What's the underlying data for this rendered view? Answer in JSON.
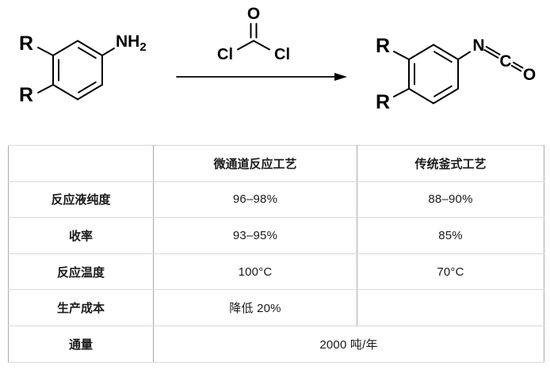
{
  "scheme": {
    "reactant": {
      "r_top": "R",
      "r_bottom": "R",
      "amine_main": "NH",
      "amine_sub": "2"
    },
    "reagent": {
      "o": "O",
      "cl_left": "Cl",
      "cl_right": "Cl"
    },
    "product": {
      "r_top": "R",
      "r_bottom": "R",
      "n": "N",
      "c": "C",
      "o": "O"
    }
  },
  "table": {
    "columns": [
      "",
      "微通道反应工艺",
      "传统釜式工艺"
    ],
    "rows": [
      {
        "label": "反应液纯度",
        "micro": "96–98%",
        "trad": "88–90%"
      },
      {
        "label": "收率",
        "micro": "93–95%",
        "trad": "85%"
      },
      {
        "label": "反应温度",
        "micro": "100°C",
        "trad": "70°C"
      },
      {
        "label": "生产成本",
        "micro": "降低 20%",
        "trad": ""
      },
      {
        "label": "通量",
        "merged": "2000 吨/年"
      }
    ]
  },
  "colors": {
    "text": "#1a1a1a",
    "bond": "#000000",
    "border_horizontal": "#d9d9d9",
    "border_vertical": "#a9a9a9",
    "background": "#ffffff"
  }
}
